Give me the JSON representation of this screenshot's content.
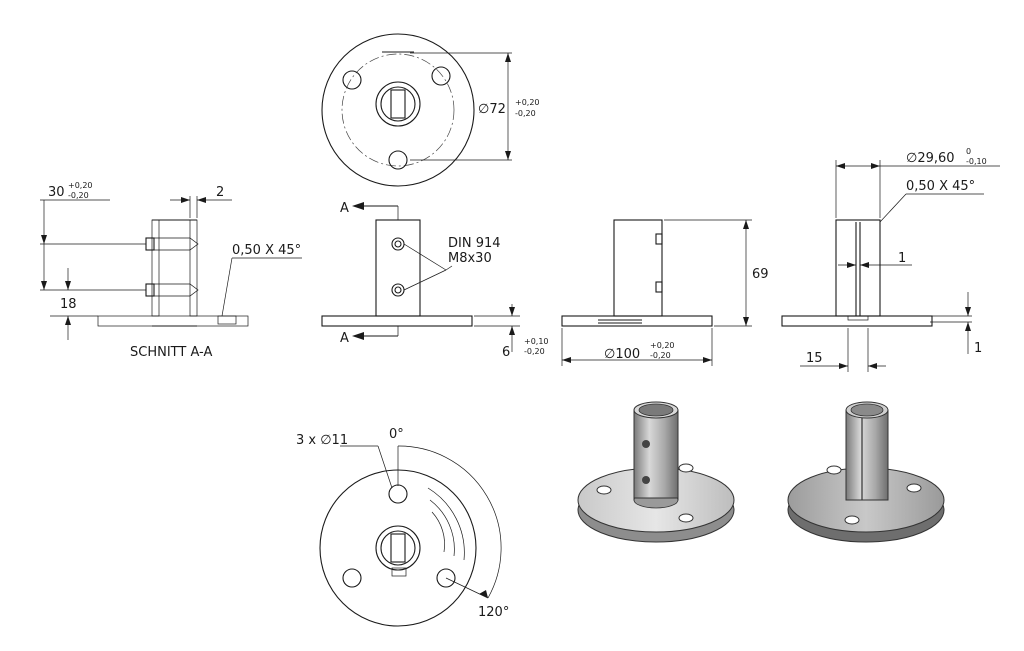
{
  "drawing": {
    "section_title": "SCHNITT A-A",
    "section_marker": "A",
    "fastener_spec_line1": "DIN 914",
    "fastener_spec_line2": "M8x30",
    "chamfer_label": "0,50 X 45°",
    "holes_label": "3 x ∅11",
    "angle_start": "0°",
    "angle_end": "120°"
  },
  "dimensions": {
    "pcd": {
      "value": "∅72",
      "tol_upper": "+0,20",
      "tol_lower": "-0,20"
    },
    "height_30": {
      "value": "30",
      "tol_upper": "+0,20",
      "tol_lower": "-0,20"
    },
    "wall_2": {
      "value": "2"
    },
    "height_18": {
      "value": "18"
    },
    "plate_6": {
      "value": "6",
      "tol_upper": "+0,10",
      "tol_lower": "-0,20"
    },
    "base_dia": {
      "value": "∅100",
      "tol_upper": "+0,20",
      "tol_lower": "-0,20"
    },
    "height_69": {
      "value": "69"
    },
    "tube_dia": {
      "value": "∅29,60",
      "tol_upper": "0",
      "tol_lower": "-0,10"
    },
    "slot_1": {
      "value": "1"
    },
    "gap_1": {
      "value": "1"
    },
    "width_15": {
      "value": "15"
    }
  }
}
